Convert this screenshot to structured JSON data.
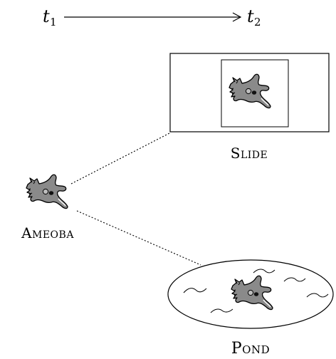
{
  "timeline": {
    "start_symbol": "t",
    "start_subscript": "1",
    "end_symbol": "t",
    "end_subscript": "2"
  },
  "labels": {
    "slide": "Slide",
    "ameoba": "Ameoba",
    "pond": "Pond"
  },
  "colors": {
    "ameoba_fill": "#8a8a8a",
    "outline": "#000000",
    "background": "#ffffff"
  }
}
